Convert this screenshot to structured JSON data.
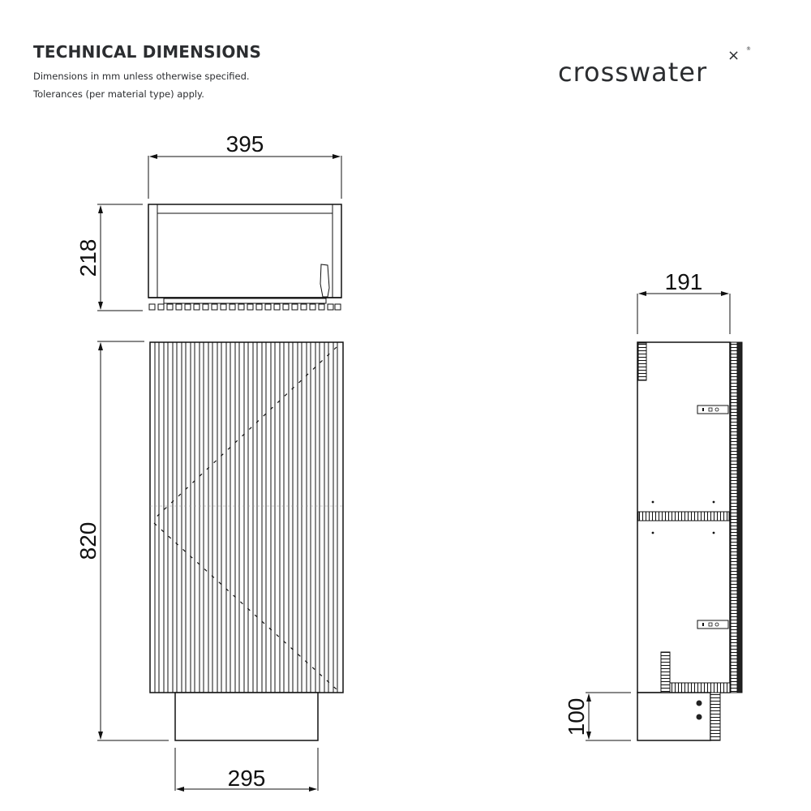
{
  "header": {
    "title": "TECHNICAL DIMENSIONS",
    "note_line_1": "Dimensions in mm unless otherwise specified.",
    "note_line_2": "Tolerances (per material type) apply."
  },
  "brand": {
    "logo_text": "crosswater",
    "logo_mark": "×",
    "registered": "®"
  },
  "views": {
    "top_view": {
      "width_label": "395",
      "depth_label": "218"
    },
    "front_view": {
      "height_label": "820",
      "plinth_width_label": "295"
    },
    "side_view": {
      "depth_label": "191",
      "plinth_height_label": "100"
    }
  },
  "colors": {
    "line": "#111111",
    "text": "#2b2d30",
    "background": "#ffffff"
  }
}
